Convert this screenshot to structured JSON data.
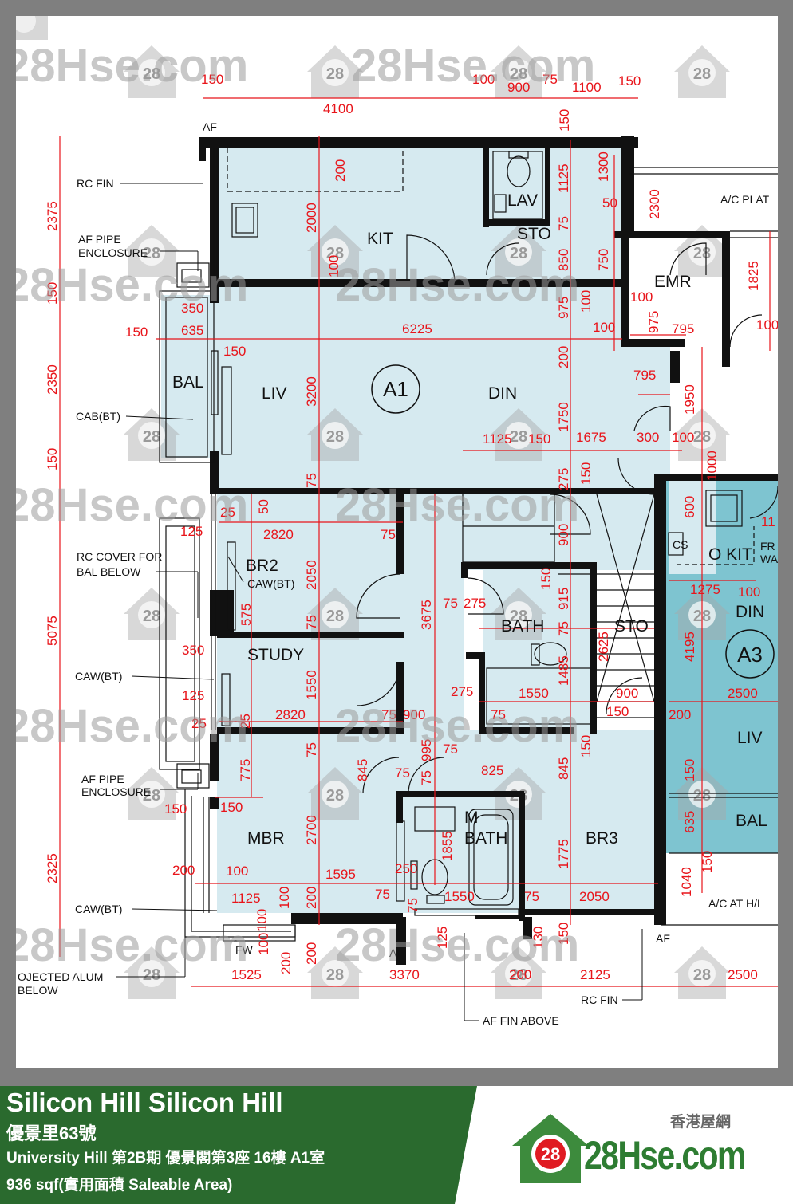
{
  "watermark": "28Hse.com",
  "watermark_badge": "28",
  "unit_tag": "A1",
  "neighbor_tag": "A3",
  "rooms": {
    "kit": "KIT",
    "lav": "LAV",
    "sto": "STO",
    "emr": "EMR",
    "liv": "LIV",
    "din": "DIN",
    "bal": "BAL",
    "br2": "BR2",
    "study": "STUDY",
    "bath": "BATH",
    "sto2": "STO",
    "mbr": "MBR",
    "m": "M",
    "mbath": "BATH",
    "br3": "BR3",
    "okit": "O KIT",
    "din_a3": "DIN",
    "liv_a3": "LIV",
    "bal_a3": "BAL"
  },
  "annotations": {
    "af_top": "AF",
    "rc_fin": "RC FIN",
    "af_pipe": "AF PIPE",
    "enclosure": "ENCLOSURE",
    "cab_bt": "CAB(BT)",
    "rc_cover_1": "RC COVER FOR",
    "rc_cover_2": "BAL BELOW",
    "caw_bt_small": "CAW(BT)",
    "caw_bt": "CAW(BT)",
    "af_pipe2": "AF PIPE",
    "enclosure2": "ENCLOSURE",
    "caw_bt2": "CAW(BT)",
    "fw": "FW",
    "projected_1": "OJECTED ALUM",
    "projected_2": "BELOW",
    "af_bottom": "AF",
    "af_bottom_r": "AF",
    "rc_fin2": "RC FIN",
    "af_fin_above": "AF FIN ABOVE",
    "ac_plat": "A/C PLAT",
    "ac_at": "A/C AT H/L",
    "cs": "CS",
    "fr": "FR",
    "wa": "WA"
  },
  "dimensions": {
    "top_150a": "150",
    "top_4100": "4100",
    "top_100": "100",
    "top_900": "900",
    "top_75": "75",
    "top_1100": "1100",
    "top_150b": "150",
    "v150_top": "150",
    "left_2375": "2375",
    "left_150a": "150",
    "left_2350": "2350",
    "left_150b": "150",
    "left_5075": "5075",
    "left_2325": "2325",
    "d200_kit": "200",
    "d2000": "2000",
    "d100_kit": "100",
    "d1125": "1125",
    "d1300": "1300",
    "d50": "50",
    "d2300": "2300",
    "d75_sto": "75",
    "d850": "850",
    "d750": "750",
    "d1825": "1825",
    "d100_emr": "100",
    "d975_emr": "975",
    "d975": "975",
    "d100b": "100",
    "d100c": "100",
    "d795a": "795",
    "d100d": "100",
    "d350": "350",
    "d635": "635",
    "d150_bal": "150",
    "d6225": "6225",
    "d150_liv": "150",
    "d200_din": "200",
    "d3200": "3200",
    "d795b": "795",
    "d1950": "1950",
    "d1750": "1750",
    "d1125_din": "1125",
    "d150_din": "150",
    "d1675": "1675",
    "d300": "300",
    "d100_din": "100",
    "d1000": "1000",
    "d75_liv": "75",
    "d275_c": "275",
    "d150_c": "150",
    "d25": "25",
    "d50_br2": "50",
    "d125": "125",
    "d2820": "2820",
    "d75_br2": "75",
    "d2050": "2050",
    "d900_c": "900",
    "d600": "600",
    "d11": "11",
    "d575": "575",
    "d3675": "3675",
    "d75_bath": "75",
    "d275_bath": "275",
    "d150_bath": "150",
    "d915": "915",
    "d1275": "1275",
    "d100_a3": "100",
    "d75_st": "75",
    "d2625": "2625",
    "d1485": "1485",
    "d4195": "4195",
    "d75_study": "75",
    "d350_s": "350",
    "d1550_s": "1550",
    "d125_s": "125",
    "d275_s": "275",
    "d1550_b": "1550",
    "d900_s": "900",
    "d2500_a3": "2500",
    "d25_s": "25",
    "d25_s2": "25",
    "d2820_s": "2820",
    "d75_s": "75",
    "d900_b": "900",
    "d75_b": "75",
    "d150_s": "150",
    "d200_s": "200",
    "d775": "775",
    "d75_m": "75",
    "d995": "995",
    "d75_m2": "75",
    "d845a": "845",
    "d75_m3": "75",
    "d825": "825",
    "d845b": "845",
    "d150_br3": "150",
    "d150_a3": "150",
    "d150_l": "150",
    "d150_l2": "150",
    "d635_a3": "635",
    "d2700": "2700",
    "d1855": "1855",
    "d1775": "1775",
    "d200_mbr": "200",
    "d100_mbr": "100",
    "d1595": "1595",
    "d250": "250",
    "d1125_m": "1125",
    "d100_m": "100",
    "d200_m": "200",
    "d75_mb": "75",
    "d75_mb2": "75",
    "d1550_m": "1550",
    "d75_m4": "75",
    "d2050_br3": "2050",
    "d150_a": "150",
    "d1040": "1040",
    "d100_fw": "100",
    "d100_fw2": "100",
    "d200_fw": "200",
    "d200_fw2": "200",
    "d125_fw": "125",
    "d130": "130",
    "d150_fw": "150",
    "b_1525": "1525",
    "b_3370": "3370",
    "b_200": "200",
    "b_2125": "2125",
    "b_2500": "2500"
  },
  "footer": {
    "title": "Silicon Hill Silicon Hill",
    "address": "優景里63號",
    "unit": "University Hill 第2B期 優景閣第3座  16樓 A1室",
    "area": "936 sqf(實用面積 Saleable Area)",
    "brand_cn": "香港屋網",
    "brand_badge": "28",
    "brand_name": "28Hse.com"
  },
  "colors": {
    "room_fill": "#d6eaf0",
    "a3_fill": "#7ec4d0",
    "wall": "#111111",
    "dimension": "#e8141a",
    "footer_green": "#2a6a2e"
  }
}
